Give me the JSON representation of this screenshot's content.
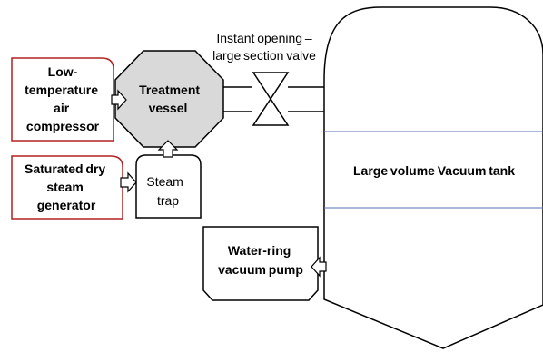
{
  "valve_label": [
    "Instant opening –",
    "large section valve"
  ],
  "compressor_label": [
    "Low-",
    "temperature ",
    "air ",
    "compressor"
  ],
  "treatment_vessel_label": [
    "Treatment ",
    "vessel"
  ],
  "steam_generator_label": [
    "Saturated dry ",
    "steam ",
    "generator"
  ],
  "steam_trap_label": [
    "Steam ",
    "trap"
  ],
  "vacuum_tank_label": "Large volume Vacuum tank",
  "water_ring_pump_label": [
    "Water-ring ",
    "vacuum pump"
  ],
  "colors": {
    "source_box_border": "#b22222",
    "tank_band_line": "#5b6fb5",
    "line": "#000000"
  }
}
